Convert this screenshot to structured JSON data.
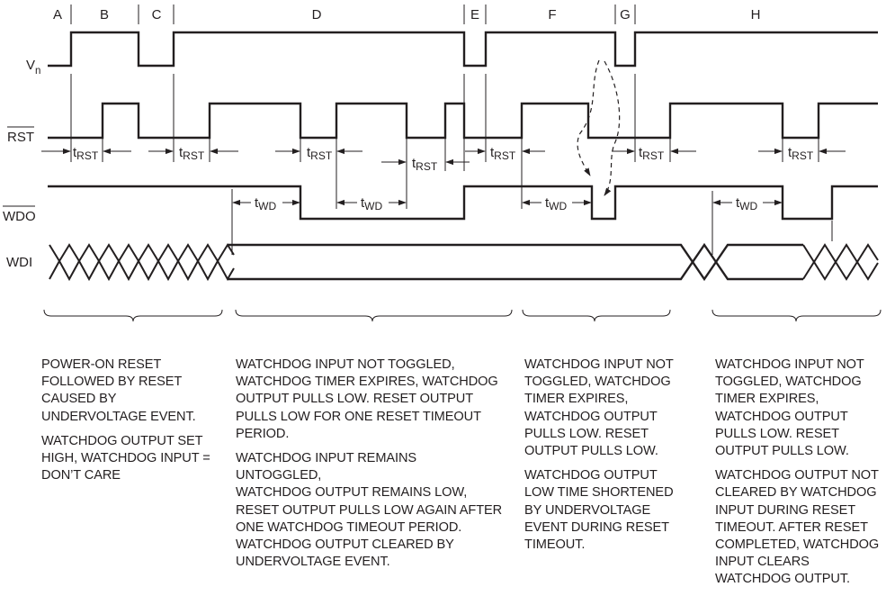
{
  "intervals": [
    "A",
    "B",
    "C",
    "D",
    "E",
    "F",
    "G",
    "H"
  ],
  "signals": {
    "vn": {
      "main": "V",
      "sub": "n"
    },
    "rst": "RST",
    "wdo": "WDO",
    "wdi": "WDI"
  },
  "timing": {
    "t_rst": {
      "main": "t",
      "sub": "RST"
    },
    "t_wd": {
      "main": "t",
      "sub": "WD"
    }
  },
  "descriptions": [
    {
      "paragraphs": [
        "POWER-ON RESET\nFOLLOWED BY RESET\nCAUSED BY\nUNDERVOLTAGE EVENT.",
        "WATCHDOG OUTPUT SET\nHIGH, WATCHDOG INPUT =\nDON’T CARE"
      ]
    },
    {
      "paragraphs": [
        "WATCHDOG INPUT NOT TOGGLED,\nWATCHDOG TIMER EXPIRES, WATCHDOG\nOUTPUT PULLS LOW. RESET OUTPUT\nPULLS LOW FOR ONE RESET TIMEOUT\nPERIOD.",
        "WATCHDOG INPUT REMAINS UNTOGGLED,\nWATCHDOG OUTPUT REMAINS LOW,\nRESET OUTPUT PULLS LOW AGAIN AFTER\nONE WATCHDOG TIMEOUT PERIOD.\nWATCHDOG OUTPUT CLEARED BY\nUNDERVOLTAGE EVENT."
      ]
    },
    {
      "paragraphs": [
        "WATCHDOG INPUT NOT\nTOGGLED, WATCHDOG\nTIMER EXPIRES,\nWATCHDOG OUTPUT\nPULLS LOW. RESET\nOUTPUT PULLS LOW.",
        "WATCHDOG OUTPUT\nLOW TIME SHORTENED\nBY UNDERVOLTAGE\nEVENT DURING RESET\nTIMEOUT."
      ]
    },
    {
      "paragraphs": [
        "WATCHDOG INPUT NOT\nTOGGLED, WATCHDOG\nTIMER EXPIRES,\nWATCHDOG OUTPUT\nPULLS LOW. RESET\nOUTPUT PULLS LOW.",
        "WATCHDOG OUTPUT NOT\nCLEARED BY WATCHDOG\nINPUT DURING RESET\nTIMEOUT. AFTER RESET\nCOMPLETED, WATCHDOG\nINPUT CLEARS\nWATCHDOG OUTPUT."
      ]
    }
  ]
}
